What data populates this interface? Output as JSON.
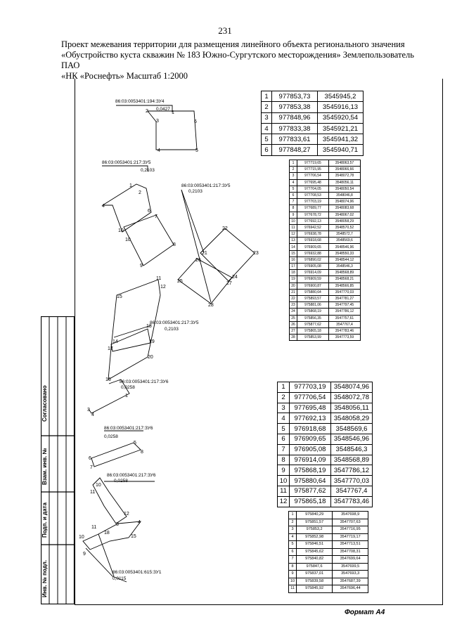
{
  "page_number": "231",
  "title_lines": [
    "Проект межевания территории для размещения линейного объекта регионального значения",
    "«Обустройство куста скважин № 183 Южно-Сургутского месторождения» Землепользователь ПАО",
    "«НК «Роснефть» Масштаб 1:2000"
  ],
  "format_label": "Формат А4",
  "stamp": {
    "agreed": "Согласовано",
    "inv_replaced": "Взам. инв. №",
    "sign_date": "Подп. и дата",
    "inv_orig": "Инв. № подл."
  },
  "plot_labels": {
    "p1": "86:03:0053401:194:ЗУ4",
    "a1": "0,0427",
    "p2": "86:03:0053401:217:ЗУ5",
    "a2": "0,2103",
    "p3": "86:03:0053401:217:ЗУ5",
    "a3": "0,2103",
    "p4": "86:03:0053401:217:ЗУ5",
    "a4": "0,2103",
    "p5": "86:03:0053401:217:ЗУ6",
    "a5": "0,0258",
    "p6": "86:03:0053401:217:ЗУ6",
    "a6": "0,0258",
    "p7": "86:03:0053401:217:ЗУ6",
    "a7": "0,0258",
    "p8": "86:03:0053401:615:ЗУ1",
    "a8": "0,0115"
  },
  "table1": [
    [
      "1",
      "977853,73",
      "3545945,2"
    ],
    [
      "2",
      "977853,38",
      "3545916,13"
    ],
    [
      "3",
      "977848,96",
      "3545920,54"
    ],
    [
      "4",
      "977833,38",
      "3545921,21"
    ],
    [
      "5",
      "977833,61",
      "3545941,32"
    ],
    [
      "6",
      "977848,27",
      "3545940,71"
    ]
  ],
  "table2": [
    [
      "1",
      "977719,65",
      "3548063,57"
    ],
    [
      "2",
      "977715,95",
      "3548066,66"
    ],
    [
      "3",
      "977706,54",
      "3548072,78"
    ],
    [
      "4",
      "977695,48",
      "3548056,11"
    ],
    [
      "5",
      "977704,05",
      "3548050,54"
    ],
    [
      "6",
      "977708,53",
      "3548046,8"
    ],
    [
      "7",
      "977703,19",
      "3548074,96"
    ],
    [
      "8",
      "977689,77",
      "3548083,68"
    ],
    [
      "9",
      "977678,72",
      "3548067,02"
    ],
    [
      "10",
      "977692,13",
      "3548058,29"
    ],
    [
      "11",
      "976942,52",
      "3548570,52"
    ],
    [
      "12",
      "976938,78",
      "3548572,7"
    ],
    [
      "13",
      "976918,68",
      "3548569,6"
    ],
    [
      "14",
      "976909,65",
      "3548546,96"
    ],
    [
      "15",
      "976932,88",
      "3548550,33"
    ],
    [
      "16",
      "976890,02",
      "3548544,12"
    ],
    [
      "17",
      "976905,08",
      "3548546,3"
    ],
    [
      "18",
      "976914,09",
      "3548568,89"
    ],
    [
      "19",
      "976909,59",
      "3548568,21"
    ],
    [
      "20",
      "976900,87",
      "3548566,85"
    ],
    [
      "21",
      "975880,64",
      "3547770,03"
    ],
    [
      "22",
      "975893,57",
      "3547781,27"
    ],
    [
      "23",
      "975881,06",
      "3547797,45"
    ],
    [
      "24",
      "975868,19",
      "3547786,12"
    ],
    [
      "25",
      "975856,35",
      "3547757,61"
    ],
    [
      "26",
      "975877,62",
      "3547767,4"
    ],
    [
      "27",
      "975865,18",
      "3547783,46"
    ],
    [
      "28",
      "975853,99",
      "3547773,59"
    ]
  ],
  "table3": [
    [
      "1",
      "977703,19",
      "3548074,96"
    ],
    [
      "2",
      "977706,54",
      "3548072,78"
    ],
    [
      "3",
      "977695,48",
      "3548056,11"
    ],
    [
      "4",
      "977692,13",
      "3548058,29"
    ],
    [
      "5",
      "976918,68",
      "3548569,6"
    ],
    [
      "6",
      "976909,65",
      "3548546,96"
    ],
    [
      "7",
      "976905,08",
      "3548546,3"
    ],
    [
      "8",
      "976914,09",
      "3548568,89"
    ],
    [
      "9",
      "975868,19",
      "3547786,12"
    ],
    [
      "10",
      "975880,64",
      "3547770,03"
    ],
    [
      "11",
      "975877,62",
      "3547767,4"
    ],
    [
      "12",
      "975865,18",
      "3547783,46"
    ]
  ],
  "table4": [
    [
      "1",
      "975840,29",
      "3547698,9"
    ],
    [
      "2",
      "975851,57",
      "3547707,63"
    ],
    [
      "3",
      "975853,2",
      "3547716,95"
    ],
    [
      "4",
      "975852,98",
      "3547719,17"
    ],
    [
      "5",
      "975846,51",
      "3547713,51"
    ],
    [
      "6",
      "975845,62",
      "3547708,31"
    ],
    [
      "7",
      "975840,82",
      "3547699,64"
    ],
    [
      "8",
      "975847,6",
      "3547699,5"
    ],
    [
      "9",
      "975837,01",
      "3547693,3"
    ],
    [
      "10",
      "975839,58",
      "3547687,39"
    ],
    [
      "11",
      "975845,92",
      "3547696,44"
    ]
  ]
}
